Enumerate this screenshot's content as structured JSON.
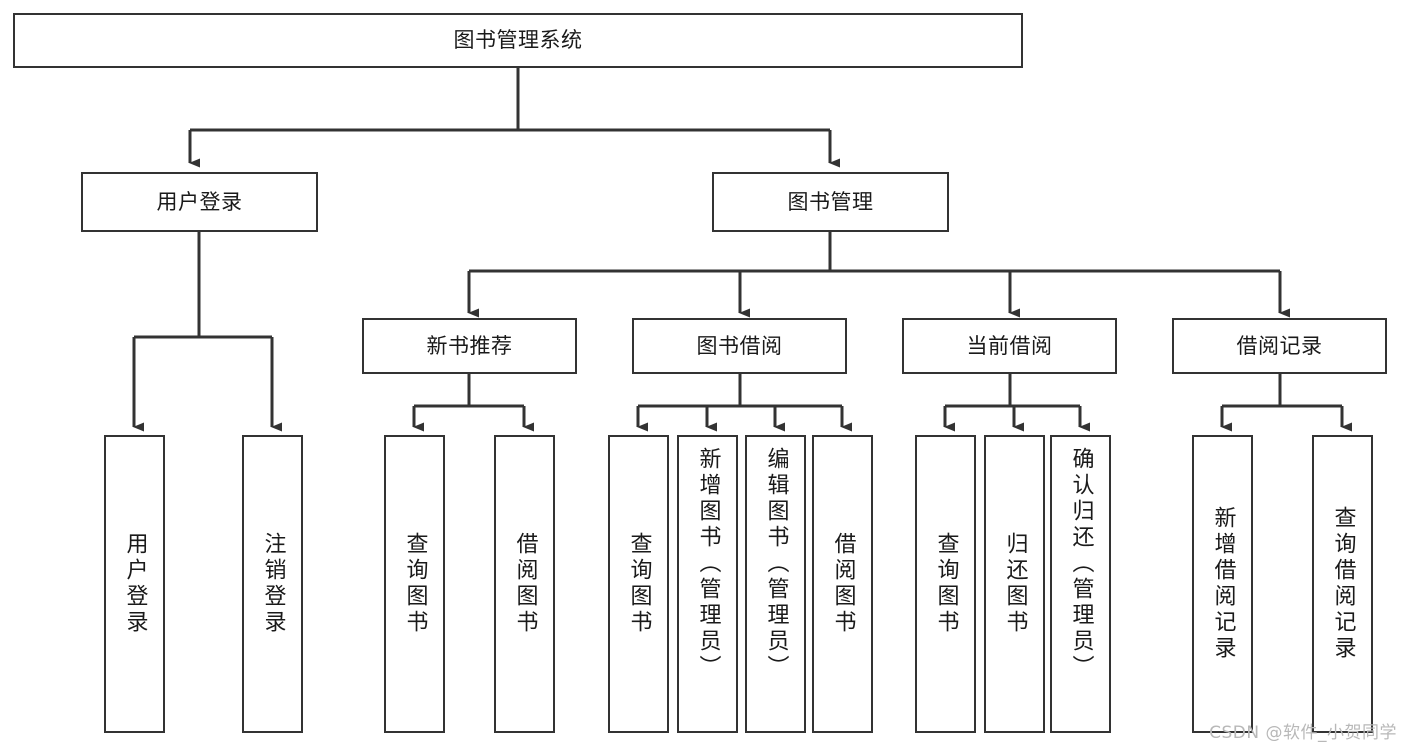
{
  "diagram": {
    "title": "图书管理系统",
    "type": "tree-hierarchy",
    "root": {
      "label": "图书管理系统"
    },
    "level2": [
      {
        "label": "用户登录"
      },
      {
        "label": "图书管理"
      }
    ],
    "level3": [
      {
        "label": "新书推荐"
      },
      {
        "label": "图书借阅"
      },
      {
        "label": "当前借阅"
      },
      {
        "label": "借阅记录"
      }
    ],
    "leaves": {
      "user_login": [
        {
          "label": "用户登录"
        },
        {
          "label": "注销登录"
        }
      ],
      "new_book_recommend": [
        {
          "label": "查询图书"
        },
        {
          "label": "借阅图书"
        }
      ],
      "book_borrow": [
        {
          "label": "查询图书"
        },
        {
          "label": "新增图书（管理员）"
        },
        {
          "label": "编辑图书（管理员）"
        },
        {
          "label": "借阅图书"
        }
      ],
      "current_borrow": [
        {
          "label": "查询图书"
        },
        {
          "label": "归还图书"
        },
        {
          "label": "确认归还（管理员）"
        }
      ],
      "borrow_record": [
        {
          "label": "新增借阅记录"
        },
        {
          "label": "查询借阅记录"
        }
      ]
    }
  },
  "watermark": {
    "text": "CSDN @软件_小贺同学"
  },
  "colors": {
    "border": "#333333",
    "background": "#ffffff",
    "text": "#1a1a1a",
    "watermark": "#b8b8b8"
  }
}
